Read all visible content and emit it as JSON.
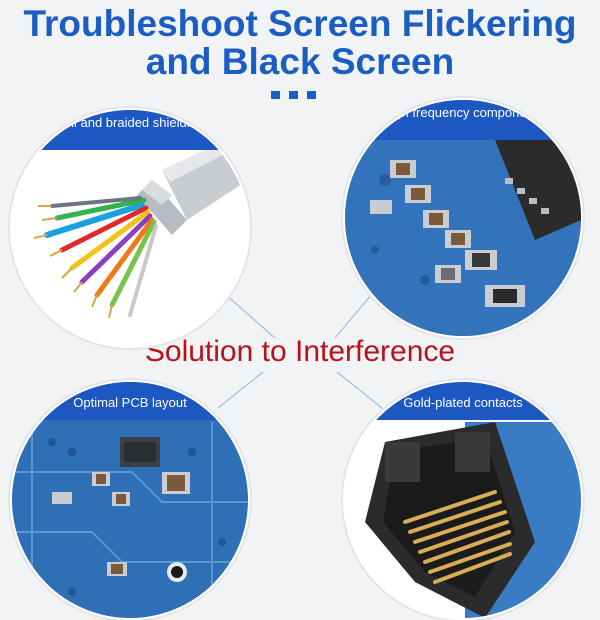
{
  "title": {
    "line1": "Troubleshoot Screen Flickering",
    "line2": "and Black Screen"
  },
  "center_label": "Solution to Interference",
  "panels": {
    "top_left": "Foil and braided shielding",
    "top_right": "High frequency components",
    "bottom_left": "Optimal PCB layout",
    "bottom_right": "Gold-plated contacts"
  },
  "colors": {
    "title_blue": "#1a5ec4",
    "banner_blue": "#1c57c2",
    "center_red": "#b8121b",
    "connector_line": "#9dbfe8"
  }
}
